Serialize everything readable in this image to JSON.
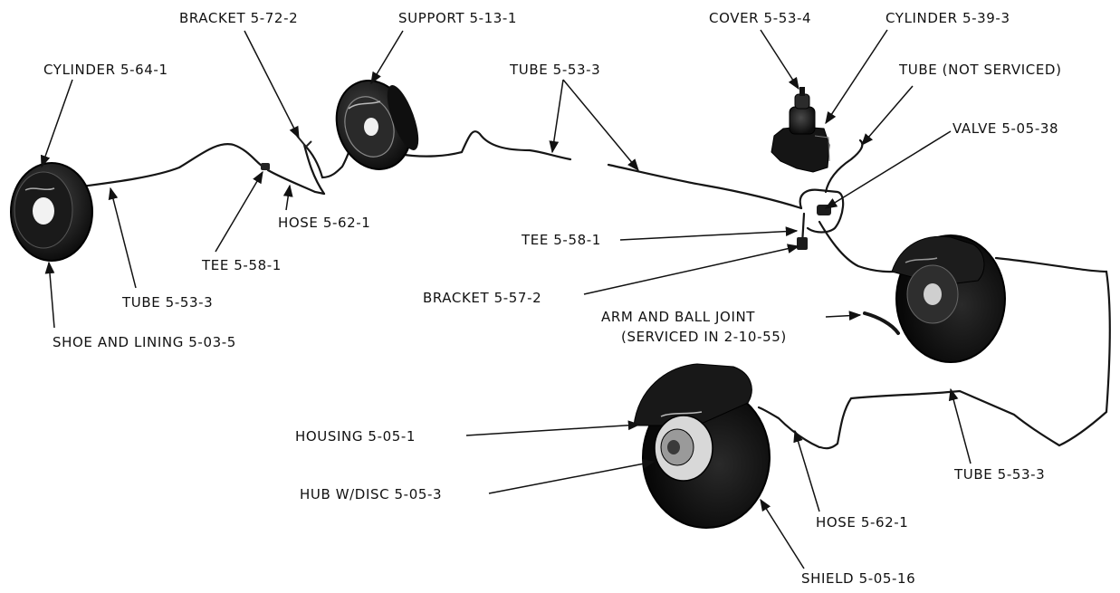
{
  "diagram": {
    "labels": {
      "bracket_5_72_2": "BRACKET 5-72-2",
      "support_5_13_1": "SUPPORT 5-13-1",
      "cover_5_53_4": "COVER 5-53-4",
      "cylinder_5_39_3": "CYLINDER 5-39-3",
      "cylinder_5_64_1": "CYLINDER 5-64-1",
      "tube_5_53_3_top": "TUBE 5-53-3",
      "tube_not_serviced": "TUBE (NOT SERVICED)",
      "valve_5_05_38": "VALVE 5-05-38",
      "hose_5_62_1_left": "HOSE 5-62-1",
      "tee_5_58_1_left": "TEE 5-58-1",
      "tee_5_58_1_center": "TEE 5-58-1",
      "tube_5_53_3_left": "TUBE 5-53-3",
      "bracket_5_57_2": "BRACKET 5-57-2",
      "arm_ball_joint_line1": "ARM AND BALL JOINT",
      "arm_ball_joint_line2": "(SERVICED IN 2-10-55)",
      "shoe_and_lining": "SHOE AND LINING 5-03-5",
      "housing_5_05_1": "HOUSING 5-05-1",
      "hub_w_disc": "HUB W/DISC 5-05-3",
      "tube_5_53_3_right": "TUBE 5-53-3",
      "hose_5_62_1_bottom": "HOSE 5-62-1",
      "shield_5_05_16": "SHIELD 5-05-16"
    }
  }
}
